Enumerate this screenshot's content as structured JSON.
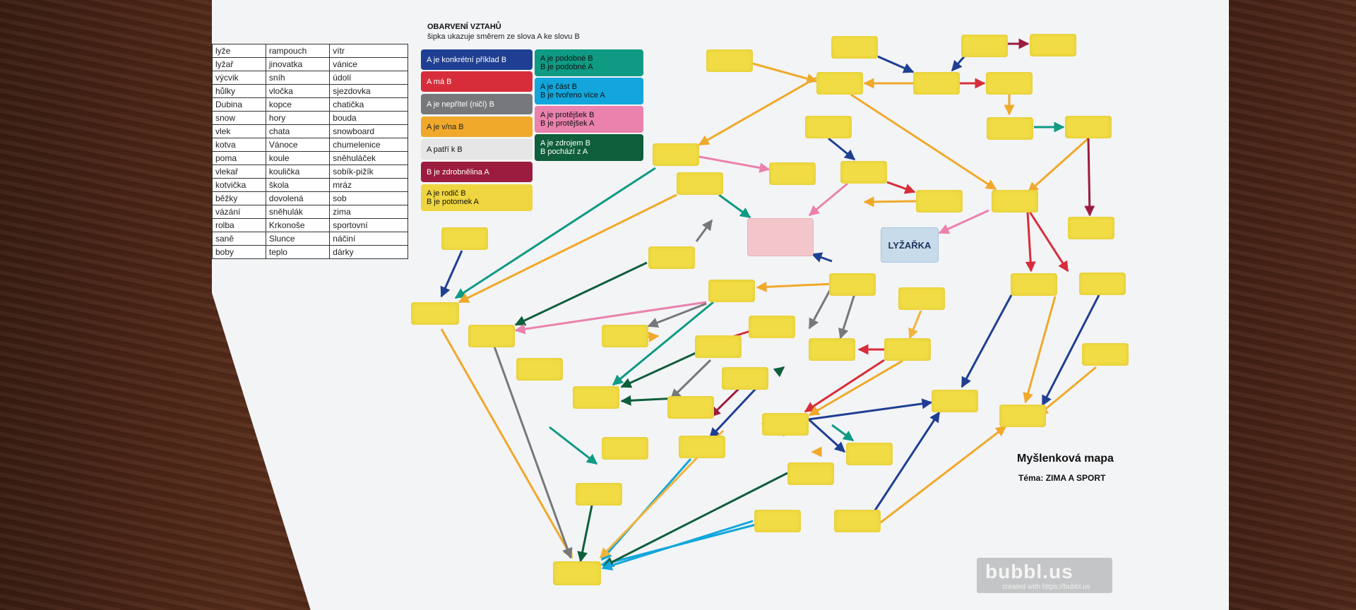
{
  "word_table": {
    "rows": [
      [
        "lyže",
        "rampouch",
        "vítr"
      ],
      [
        "lyžař",
        "jinovatka",
        "vánice"
      ],
      [
        "výcvik",
        "sníh",
        "údolí"
      ],
      [
        "hůlky",
        "vločka",
        "sjezdovka"
      ],
      [
        "Dubina",
        "kopce",
        "chatička"
      ],
      [
        "snow",
        "hory",
        "bouda"
      ],
      [
        "vlek",
        "chata",
        "snowboard"
      ],
      [
        "kotva",
        "Vánoce",
        "chumelenice"
      ],
      [
        "poma",
        "koule",
        "sněhuláček"
      ],
      [
        "vlekař",
        "koulička",
        "sobík-pižík"
      ],
      [
        "kotvička",
        "škola",
        "mráz"
      ],
      [
        "běžky",
        "dovolená",
        "sob"
      ],
      [
        "vázání",
        "sněhulák",
        "zima"
      ],
      [
        "rolba",
        "Krkonoše",
        "sportovní"
      ],
      [
        "saně",
        "Slunce",
        "náčiní"
      ],
      [
        "boby",
        "teplo",
        "dárky"
      ]
    ]
  },
  "legend": {
    "title": "OBARVENÍ VZTAHŮ",
    "subtitle": "šipka ukazuje směrem ze slova A ke slovu B",
    "items": [
      {
        "key": "example",
        "label": "A je konkrétní příklad B",
        "color": "#1f3f93",
        "text": "#ffffff"
      },
      {
        "key": "has",
        "label": "A má B",
        "color": "#d72d3a",
        "text": "#ffffff"
      },
      {
        "key": "enemy",
        "label": "A je nepřítel (ničí) B",
        "color": "#77787b",
        "text": "#ffffff"
      },
      {
        "key": "on",
        "label": "A je v/na B",
        "color": "#f0a92a",
        "text": "#222222"
      },
      {
        "key": "belongs",
        "label": "A patří k B",
        "color": "#e6e6e6",
        "text": "#111111"
      },
      {
        "key": "diminutive",
        "label": "B je zdrobnělina A",
        "color": "#9b1c3e",
        "text": "#ffffff"
      },
      {
        "key": "parent",
        "label": "A je rodič B\nB je potomek A",
        "color": "#efd640",
        "text": "#111111"
      },
      {
        "key": "similar",
        "label": "A je podobné B\nB je podobné A",
        "color": "#0f9a83",
        "text": "#111111"
      },
      {
        "key": "part",
        "label": "A je část B\nB je tvořeno více A",
        "color": "#12a6dc",
        "text": "#111111"
      },
      {
        "key": "counterpart",
        "label": "A je protějšek B\nB je protějšek A",
        "color": "#ea82ad",
        "text": "#111111"
      },
      {
        "key": "source",
        "label": "A je zdrojem B\nB pochází z A",
        "color": "#0f5e3c",
        "text": "#ffffff"
      }
    ]
  },
  "map": {
    "title": "Myšlenková mapa",
    "theme": "Téma: ZIMA A SPORT",
    "blue_node_label": "LYŽAŘKA"
  },
  "watermark": {
    "name": "bubbl.us",
    "credit": "created with https://bubbl.us"
  }
}
